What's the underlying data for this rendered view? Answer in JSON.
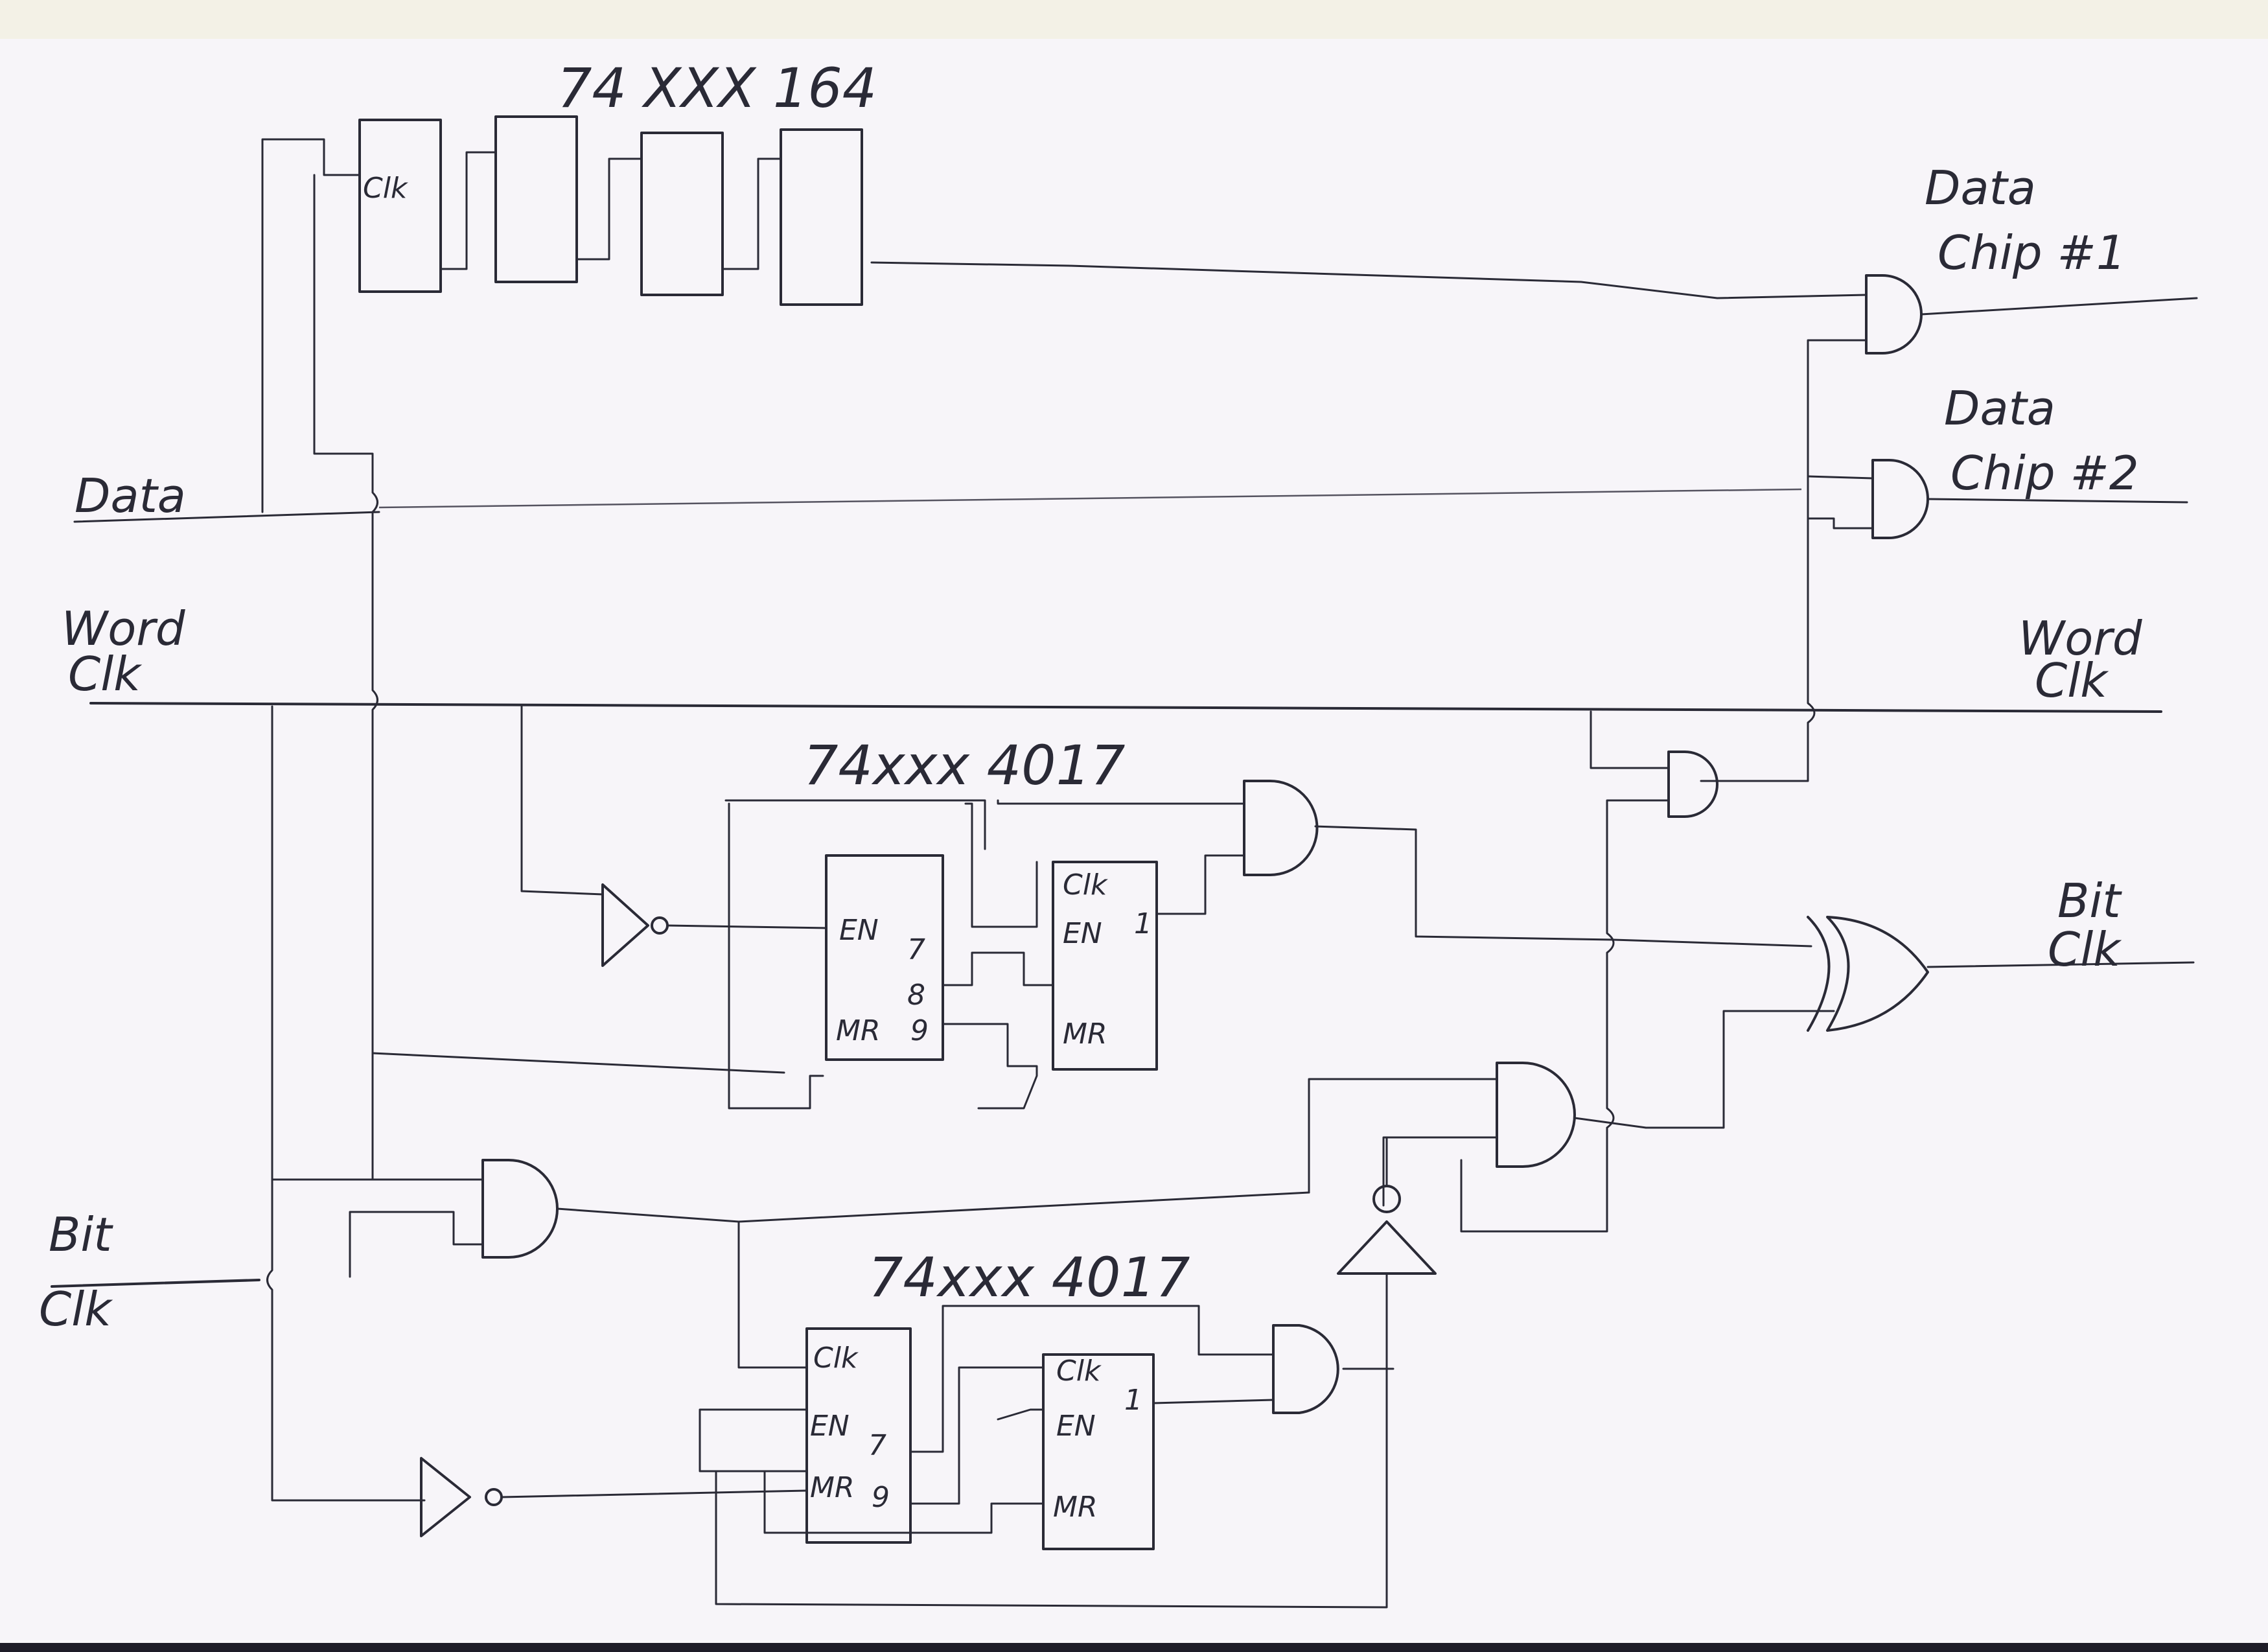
{
  "chips": {
    "shift_register": "74 XXX 164",
    "counter_top": "74xxx 4017",
    "counter_bottom": "74xxx 4017"
  },
  "inputs": {
    "data": "Data",
    "word_clk_1": "Word",
    "word_clk_2": "Clk",
    "bit_clk_1": "Bit",
    "bit_clk_2": "Clk"
  },
  "outputs": {
    "data1_1": "Data",
    "data1_2": "Chip #1",
    "data2_1": "Data",
    "data2_2": "Chip #2",
    "word_clk_1": "Word",
    "word_clk_2": "Clk",
    "bit_clk_1": "Bit",
    "bit_clk_2": "Clk"
  },
  "pins": {
    "clk": "Clk",
    "en": "EN",
    "mr": "MR",
    "q7": "7",
    "q8": "8",
    "q9": "9",
    "q1": "1"
  },
  "colors": {
    "ink": "#2a2a36",
    "paper": "#f7f5f9"
  }
}
